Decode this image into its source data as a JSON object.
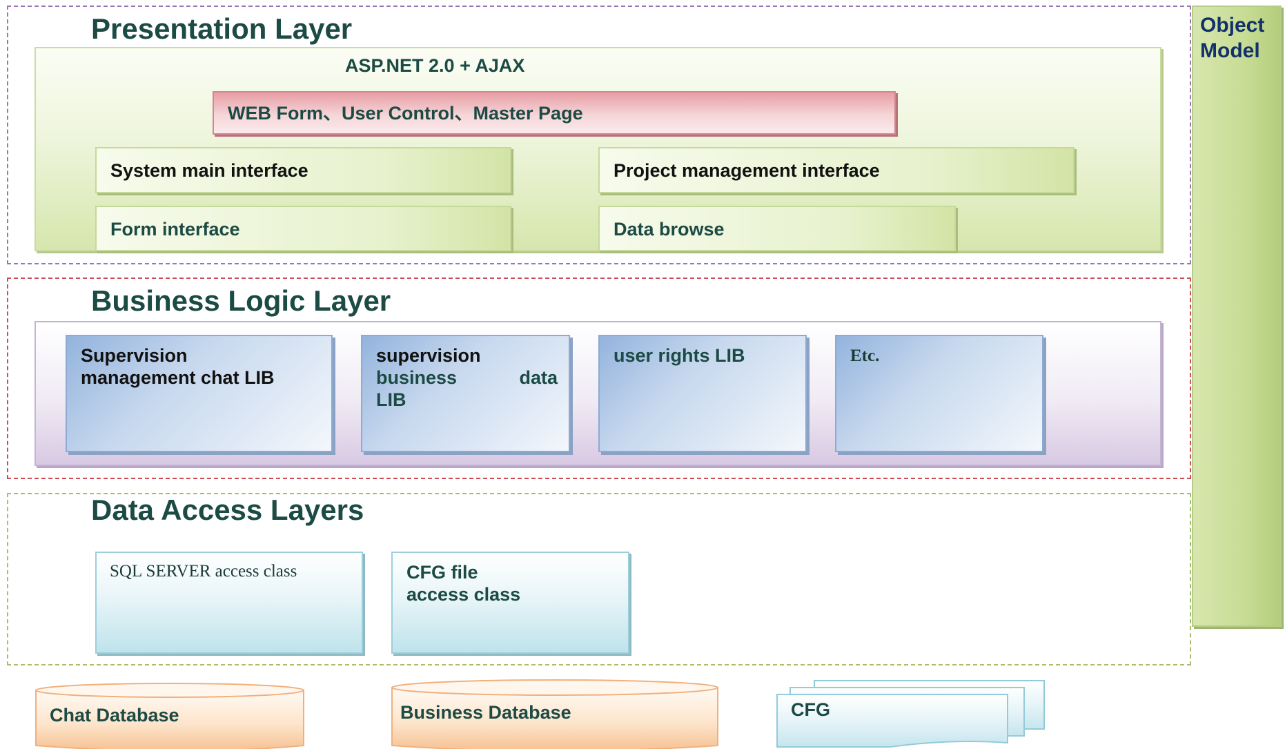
{
  "object_model": {
    "line1": "Object",
    "line2": "Model"
  },
  "presentation": {
    "title": "Presentation Layer",
    "framework": "ASP.NET 2.0 + AJAX",
    "web_form": "WEB Form、User Control、Master Page",
    "boxes": [
      "System main interface",
      "Project management interface",
      "Form interface",
      "Data browse"
    ]
  },
  "business": {
    "title": "Business Logic Layer",
    "boxes": [
      {
        "line1": "Supervision",
        "line2": "management chat LIB"
      },
      {
        "line1": "supervision",
        "line2a": "business",
        "line2b": "data",
        "line3": "LIB"
      },
      {
        "line1": "user rights LIB"
      },
      {
        "line1": "Etc."
      }
    ]
  },
  "data_access": {
    "title": "Data Access Layers",
    "boxes": [
      {
        "line1": "SQL SERVER access class"
      },
      {
        "line1": "CFG file",
        "line2": "access class"
      }
    ]
  },
  "storage": {
    "chat_db": "Chat Database",
    "business_db": "Business Database",
    "cfg": "CFG"
  },
  "colors": {
    "title_text": "#1c4a44",
    "presentation_border": "#9b75b4",
    "business_border": "#cc4d55",
    "data_border": "#a7bf66",
    "object_model_text": "#12306a"
  }
}
